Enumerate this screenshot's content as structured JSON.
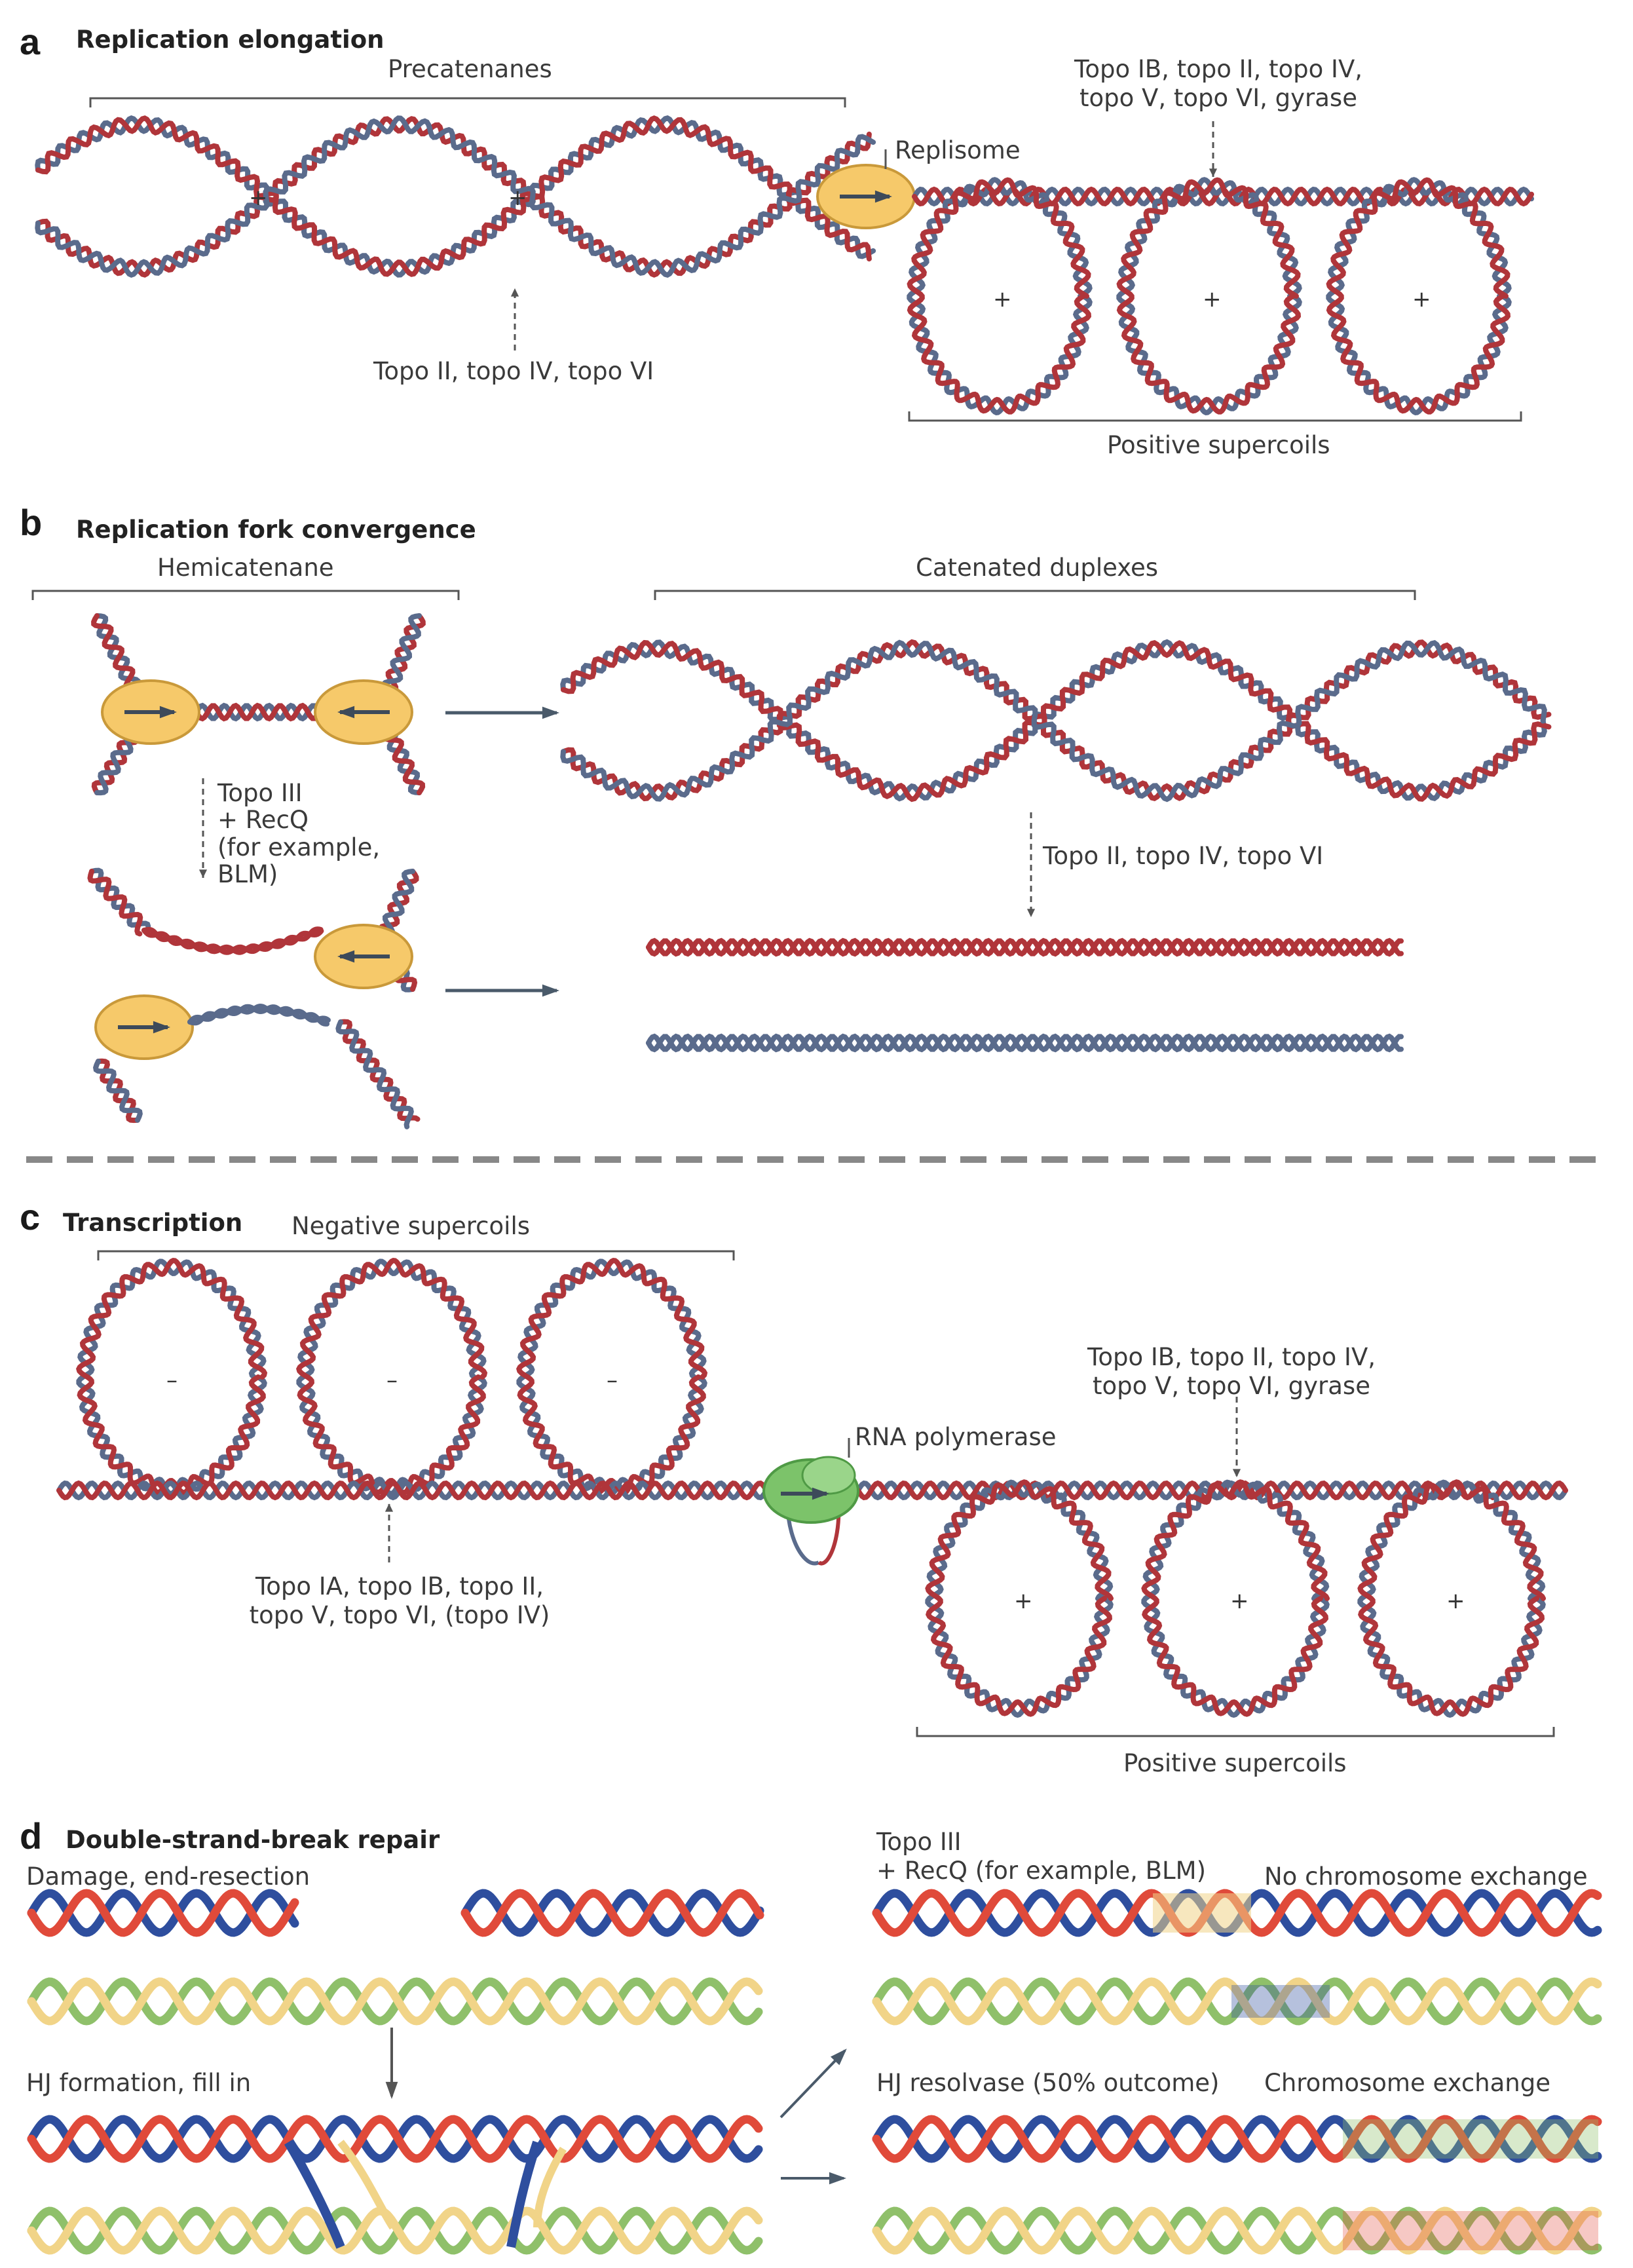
{
  "panels": {
    "a": {
      "letter": "a",
      "title": "Replication elongation",
      "precatenanes": "Precatenanes",
      "replisome": "Replisome",
      "enzymes_top_line1": "Topo IB, topo II, topo IV,",
      "enzymes_top_line2": "topo V, topo VI, gyrase",
      "enzymes_bottom": "Topo II, topo IV, topo VI",
      "positive_supercoils": "Positive supercoils"
    },
    "b": {
      "letter": "b",
      "title": "Replication fork convergence",
      "hemicatenane": "Hemicatenane",
      "catenated_duplexes": "Catenated duplexes",
      "topo3_line1": "Topo III",
      "topo3_line2": "+ RecQ",
      "topo3_line3": "(for example,",
      "topo3_line4": "BLM)",
      "enzymes": "Topo II, topo IV, topo VI"
    },
    "c": {
      "letter": "c",
      "title": "Transcription",
      "negative_supercoils": "Negative supercoils",
      "rna_polymerase": "RNA polymerase",
      "enzymes_right_line1": "Topo IB, topo II, topo IV,",
      "enzymes_right_line2": "topo V, topo VI, gyrase",
      "enzymes_left_line1": "Topo IA, topo IB, topo II,",
      "enzymes_left_line2": "topo V, topo VI, (topo IV)",
      "positive_supercoils": "Positive supercoils"
    },
    "d": {
      "letter": "d",
      "title": "Double-strand-break repair",
      "damage": "Damage, end-resection",
      "hj_formation": "HJ formation, fill in",
      "topo3_line1": "Topo III",
      "topo3_line2": "+ RecQ (for example, BLM)",
      "no_exchange": "No chromosome exchange",
      "hj_resolvase": "HJ resolvase (50% outcome)",
      "exchange": "Chromosome exchange"
    }
  },
  "signs": {
    "plus": "+",
    "minus": "–"
  },
  "colors": {
    "strand_red": "#b0353a",
    "strand_blue": "#5a6b8c",
    "replisome_fill": "#f6c96a",
    "replisome_stroke": "#c9993a",
    "polymerase_fill": "#7cc36a",
    "label_text": "#3a3a3a",
    "divider": "#888888",
    "dsb_red": "#e04a3a",
    "dsb_blue": "#2e4e9e",
    "dsb_yellow": "#f1d488",
    "dsb_green": "#8fc06a"
  }
}
